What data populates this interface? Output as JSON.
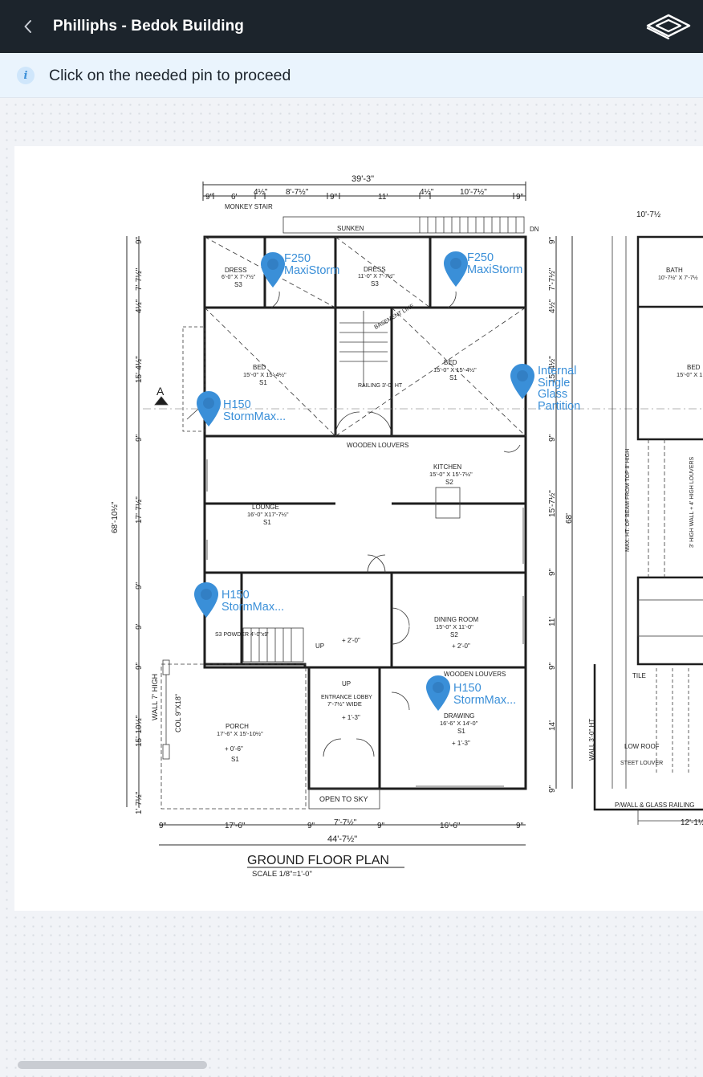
{
  "header": {
    "title": "Philliphs - Bedok Building"
  },
  "banner": {
    "message": "Click on the needed pin to proceed"
  },
  "plan": {
    "main_title": "GROUND FLOOR PLAN",
    "scale": "SCALE 1/8\"=1'-0\"",
    "overall_top": "39'-3\"",
    "overall_bottom": "44'-7½\"",
    "overall_left": "68'-10½\"",
    "overall_right": "68'",
    "top_dims": [
      "9\"",
      "6'",
      "4½\"",
      "8'-7½\"",
      "9\"",
      "11'",
      "4½\"",
      "10'-7½\"",
      "9\""
    ],
    "bottom_dims": [
      "9\"",
      "17'-6\"",
      "9\"",
      "7'-7½\"",
      "9\"",
      "16'-6\"",
      "9\""
    ],
    "left_dims": [
      "9\"",
      "7'-7½\"",
      "4½\"",
      "15'-4½\"",
      "9\"",
      "17'-7½\"",
      "9\"",
      "9'",
      "9\"",
      "15'-10½\"",
      "1'-7½\""
    ],
    "right_dims": [
      "9\"",
      "7'-7½\"",
      "4½\"",
      "15'-4½\"",
      "9\"",
      "15'-7½\"",
      "9\"",
      "11'",
      "9\"",
      "14'",
      "9\""
    ],
    "rooms": [
      {
        "name": "DRESS",
        "size": "6'-0\" X 7'-7½\"",
        "code": "S3"
      },
      {
        "name": "DRESS",
        "size": "11'-0\" X 7'-7½\"",
        "code": "S3"
      },
      {
        "name": "BED",
        "size": "15'-0\" X 15'-4½\"",
        "code": "S1"
      },
      {
        "name": "BED",
        "size": "15'-0\" X 15'-4½\"",
        "code": "S1"
      },
      {
        "name": "KITCHEN",
        "size": "15'-0\" X 15'-7½\"",
        "code": "S2"
      },
      {
        "name": "LOUNGE",
        "size": "16'-0\" X17'-7½\"",
        "code": "S1"
      },
      {
        "name": "DINING ROOM",
        "size": "15'-0\" X 11'-0\"",
        "code": "S2"
      },
      {
        "name": "ENTRANCE LOBBY",
        "size": "7'-7½\" WIDE",
        "code": ""
      },
      {
        "name": "DRAWING",
        "size": "16'-6\" X 14'-0\"",
        "code": "S1"
      },
      {
        "name": "PORCH",
        "size": "17'-6\" X 15'-10½\"",
        "code": "S1"
      }
    ],
    "labels": {
      "monkey_stair": "MONKEY STAIR",
      "sunken": "SUNKEN",
      "dn": "DN",
      "basement_line": "BASEMENT LINE",
      "railing": "RAILING 3'-0\" HT",
      "wooden_louvers": "WOODEN LOUVERS",
      "open_to_sky": "OPEN TO SKY",
      "up": "UP",
      "powder": "S3 POWDER 4'-0\"x9'",
      "wall_7_high": "WALL 7' HIGH",
      "col": "COL 9\"X18\"",
      "section_mark": "A",
      "level_1": "+ 2'-0\"",
      "level_2": "+ 1'-3\"",
      "level_3": "+ 0'-6\"",
      "level_4": "+ 2'-0\"",
      "level_5": "+ 1'-3\""
    },
    "right_panel": {
      "bath": "BATH",
      "bath_size": "10'-7½\" X 7'-7½",
      "bed": "BED",
      "bed_size": "15'-0\" X 1",
      "low_roof": "LOW ROOF",
      "steet_louver": "STEET LOUVER",
      "tile": "TILE",
      "railing": "P/WALL & GLASS RAILING",
      "wall_3": "WALL 3'-0\" HT",
      "beam": "MAX. HT. OF BEAM FROM TOP 8' HIGH",
      "louvers": "3' HIGH WALL + 4' HIGH LOUVERS",
      "top_dim": "10'-7½",
      "bottom_dim": "12'-1½"
    }
  },
  "pins": [
    {
      "id": "pin-1",
      "label": "F250\nMaxiStorm"
    },
    {
      "id": "pin-2",
      "label": "F250\nMaxiStorm"
    },
    {
      "id": "pin-3",
      "label": "Internal\nSingle Glass\nPartition"
    },
    {
      "id": "pin-4",
      "label": "H150\nStormMax..."
    },
    {
      "id": "pin-5",
      "label": "H150\nStormMax..."
    },
    {
      "id": "pin-6",
      "label": "H150\nStormMax..."
    }
  ],
  "colors": {
    "header_bg": "#1c242c",
    "banner_bg": "#eaf4fd",
    "pin": "#3a8fd8",
    "info_icon": "#3a8fd8"
  },
  "icons": {
    "back": "chevron-left-icon",
    "logo": "layers-logo-icon",
    "info": "info-icon",
    "pin": "map-pin-icon"
  }
}
